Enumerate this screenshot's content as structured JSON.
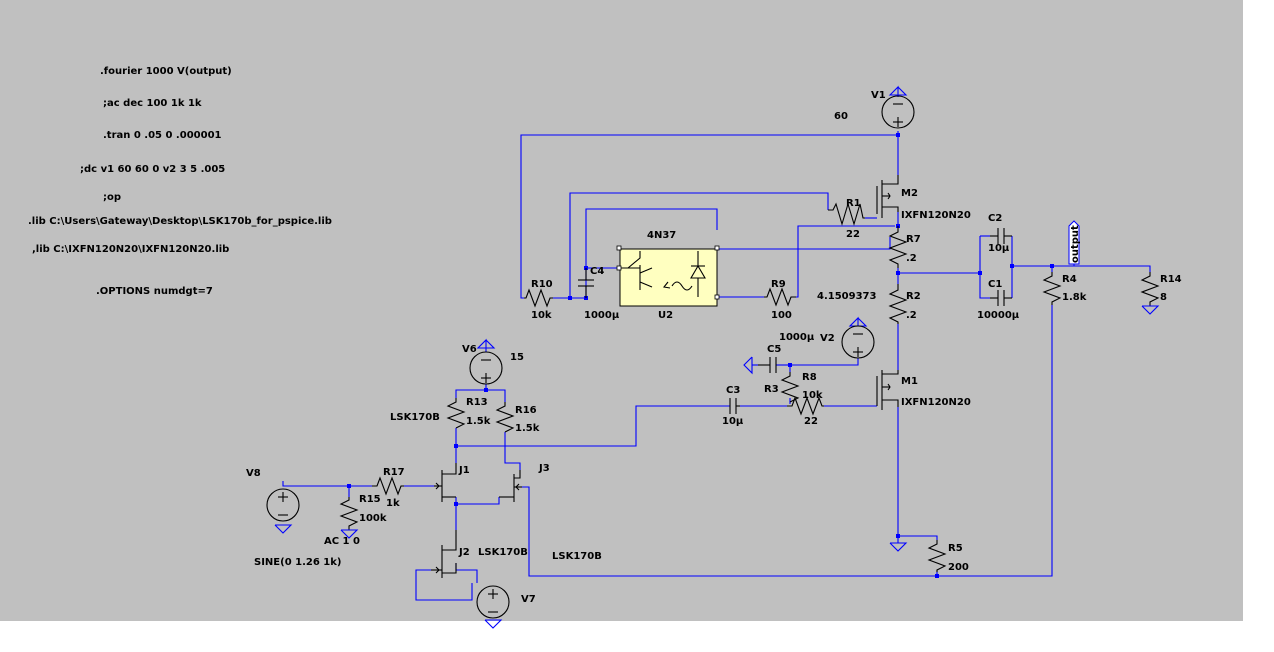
{
  "directives": [
    ".fourier 1000  V(output)",
    ";ac dec 100 1k 1k",
    ".tran 0 .05 0 .000001",
    ";dc v1 60 60 0 v2 3 5 .005",
    ";op",
    ".lib C:\\Users\\Gateway\\Desktop\\LSK170b_for_pspice.lib",
    ",lib C:\\IXFN120N20\\IXFN120N20.lib",
    ".OPTIONS numdgt=7"
  ],
  "labels": {
    "V1": "V1",
    "V1_value": "60",
    "M2": "M2",
    "M2_model": "IXFN120N20",
    "M1": "M1",
    "M1_model": "IXFN120N20",
    "R1": "R1",
    "R1_value": "22",
    "R7": "R7",
    "R7_value": ".2",
    "R2": "R2",
    "R2_value": ".2",
    "node_voltage": "4.1509373",
    "C2": "C2",
    "C2_value": "10µ",
    "C1": "C1",
    "C1_value": "10000µ",
    "output_net": "output",
    "R4": "R4",
    "R4_value": "1.8k",
    "R14": "R14",
    "R14_value": "8",
    "U2_part": "4N37",
    "U2": "U2",
    "C4": "C4",
    "C4_value": "1000µ",
    "R10": "R10",
    "R10_value": "10k",
    "R9": "R9",
    "R9_value": "100",
    "V2": "V2",
    "V2_value": "1000µ",
    "C5": "C5",
    "R8": "R8",
    "R8_value": "10k",
    "R3": "R3",
    "R3_value": "22",
    "C3": "C3",
    "C3_value": "10µ",
    "V6": "V6",
    "V6_value": "15",
    "R13": "R13",
    "R13_value": "1.5k",
    "R16": "R16",
    "R16_value": "1.5k",
    "LSK_top": "LSK170B",
    "J1": "J1",
    "J3": "J3",
    "J2": "J2",
    "J2_model": "LSK170B",
    "J3_model": "LSK170B",
    "V8": "V8",
    "R17": "R17",
    "R17_value": "1k",
    "R15": "R15",
    "R15_value": "100k",
    "V8_ac": "AC 1 0",
    "V8_sine": "SINE(0 1.26 1k)",
    "V7": "V7",
    "R5": "R5",
    "R5_value": "200"
  }
}
